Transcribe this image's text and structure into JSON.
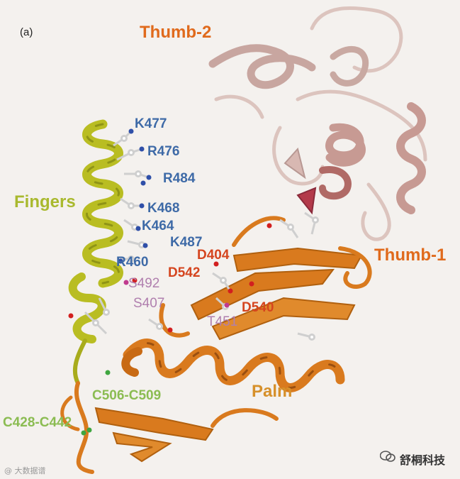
{
  "panel_label": "(a)",
  "colors": {
    "background": "#f4f1ee",
    "fingers": "#b9bd22",
    "palm": "#d97a1e",
    "thumb_2": "#d8b8b2",
    "thumb_1_label": "#e06a1c",
    "basic_residue": "#3e6aa7",
    "catalytic_residue": "#d5451f",
    "polar_residue": "#b07fae",
    "disulfide": "#8bbc52"
  },
  "regions": {
    "thumb_2": "Thumb-2",
    "fingers": "Fingers",
    "thumb_1": "Thumb-1",
    "palm": "Palm"
  },
  "residues": {
    "k477": "K477",
    "r476": "R476",
    "r484": "R484",
    "k468": "K468",
    "k464": "K464",
    "k487": "K487",
    "r460": "R460",
    "d404": "D404",
    "d542": "D542",
    "s492": "S492",
    "s407": "S407",
    "d540": "D540",
    "t451": "T451"
  },
  "disulfides": {
    "c506_c509": "C506-C509",
    "c428_c442": "C428-C442"
  },
  "watermark": {
    "left": "@ 大数据谱",
    "right": "舒桐科技"
  }
}
